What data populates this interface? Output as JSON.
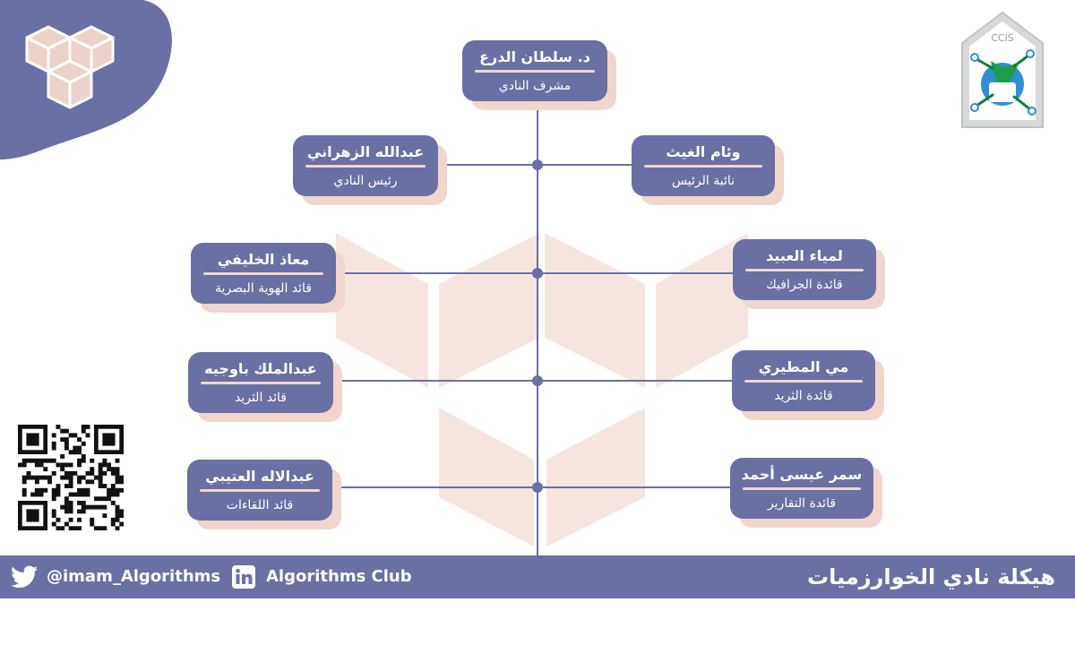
{
  "brand": {
    "primary": "#6a70a3",
    "accent": "#f0d6cc",
    "line": "#6a70a3",
    "background": "#ffffff"
  },
  "logo": {
    "label": "CCIS"
  },
  "title": "هيكلة نادي الخوارزميات",
  "social": {
    "twitter_handle": "@imam_Algorithms",
    "linkedin_name": "Algorithms Club",
    "twitter_icon": "twitter-bird-icon",
    "linkedin_icon": "linkedin-icon"
  },
  "org": {
    "root": {
      "name": "د. سلطان الدرع",
      "role": "مشرف النادي"
    },
    "rows": [
      {
        "left": {
          "name": "عبدالله الزهراني",
          "role": "رئيس النادي"
        },
        "right": {
          "name": "وئام الغيث",
          "role": "نائبة الرئيس"
        }
      },
      {
        "left": {
          "name": "معاذ الخليفي",
          "role": "قائد الهوية البصرية"
        },
        "right": {
          "name": "لمياء العبيد",
          "role": "قائدة الجرافيك"
        }
      },
      {
        "left": {
          "name": "عبدالملك باوجيه",
          "role": "قائد الثريد"
        },
        "right": {
          "name": "مي المطيري",
          "role": "قائدة الثريد"
        }
      },
      {
        "left": {
          "name": "عبدالاله العتيبي",
          "role": "قائد اللقاءات"
        },
        "right": {
          "name": "سمر عيسى أحمد",
          "role": "قائدة التقارير"
        }
      }
    ]
  }
}
